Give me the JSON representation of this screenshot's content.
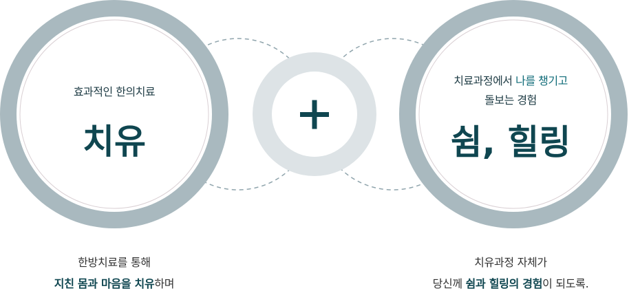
{
  "left_circle": {
    "subtitle": "효과적인 한의치료",
    "title": "치유"
  },
  "center": {
    "plus_symbol": "+"
  },
  "right_circle": {
    "subtitle_line1_a": "치료과정에서 ",
    "subtitle_line1_b": "나를 챙기고",
    "subtitle_line2": "돌보는 경험",
    "title": "쉼, 힐링"
  },
  "caption_left": {
    "line1": "한방치료를 통해",
    "line2_bold": "지친 몸과 마음을 치유",
    "line2_rest": "하며"
  },
  "caption_right": {
    "line1": "치유과정 자체가",
    "line2_pre": "당신께 ",
    "line2_bold": "쉼과 힐링의 경험",
    "line2_rest": "이 되도록."
  },
  "colors": {
    "ring_outer": "#a9b9bf",
    "ring_center": "#dde3e6",
    "inner_border": "#d9cfd3",
    "dash_line": "#8fa4ac",
    "title_text": "#0f4650",
    "accent_text": "#0f6b78"
  }
}
